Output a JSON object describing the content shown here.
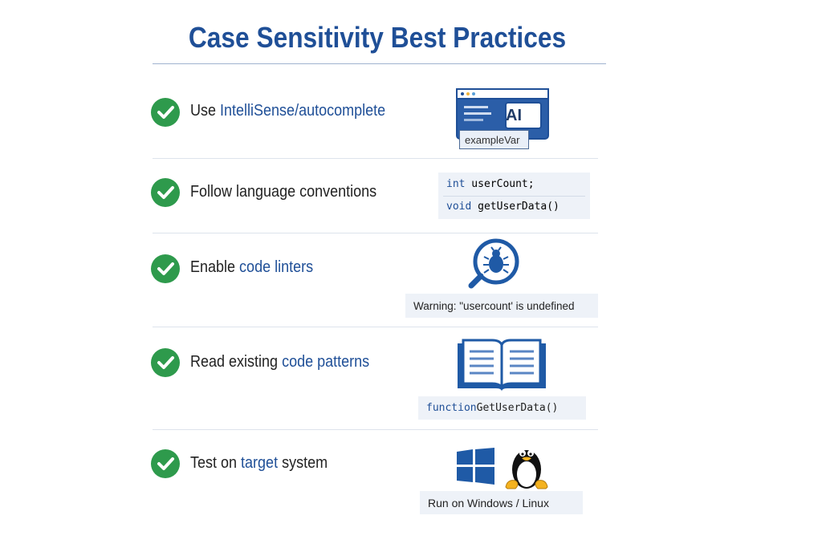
{
  "title": "Case Sensitivity Best Practices",
  "items": [
    {
      "prefix": "Use ",
      "highlight": "IntelliSense/autocomplete",
      "suffix": "",
      "visual": {
        "icon": "ai-autocomplete-window-icon",
        "icon_text": "AI",
        "popup_text": "exampleVar"
      }
    },
    {
      "prefix": "Follow language conventions",
      "highlight": "",
      "suffix": "",
      "visual": {
        "code_lines": [
          {
            "keyword": "int",
            "rest": " userCount;"
          },
          {
            "keyword": "void",
            "rest": " getUserData()"
          }
        ]
      }
    },
    {
      "prefix": "Enable ",
      "highlight": "code linters",
      "suffix": "",
      "visual": {
        "icon": "bug-magnifier-icon",
        "caption": "Warning: \"usercount' is undefined"
      }
    },
    {
      "prefix": "Read existing ",
      "highlight": "code patterns",
      "suffix": "",
      "visual": {
        "icon": "open-book-icon",
        "keyword": "function",
        "rest": " GetUserData()"
      }
    },
    {
      "prefix": "Test on ",
      "highlight": "target",
      "suffix": " system",
      "visual": {
        "icons": [
          "windows-logo-icon",
          "linux-penguin-icon"
        ],
        "caption": "Run on Windows / Linux"
      }
    }
  ],
  "colors": {
    "accent": "#1f4f97",
    "check": "#2e9a4c",
    "box": "#eef2f8"
  }
}
